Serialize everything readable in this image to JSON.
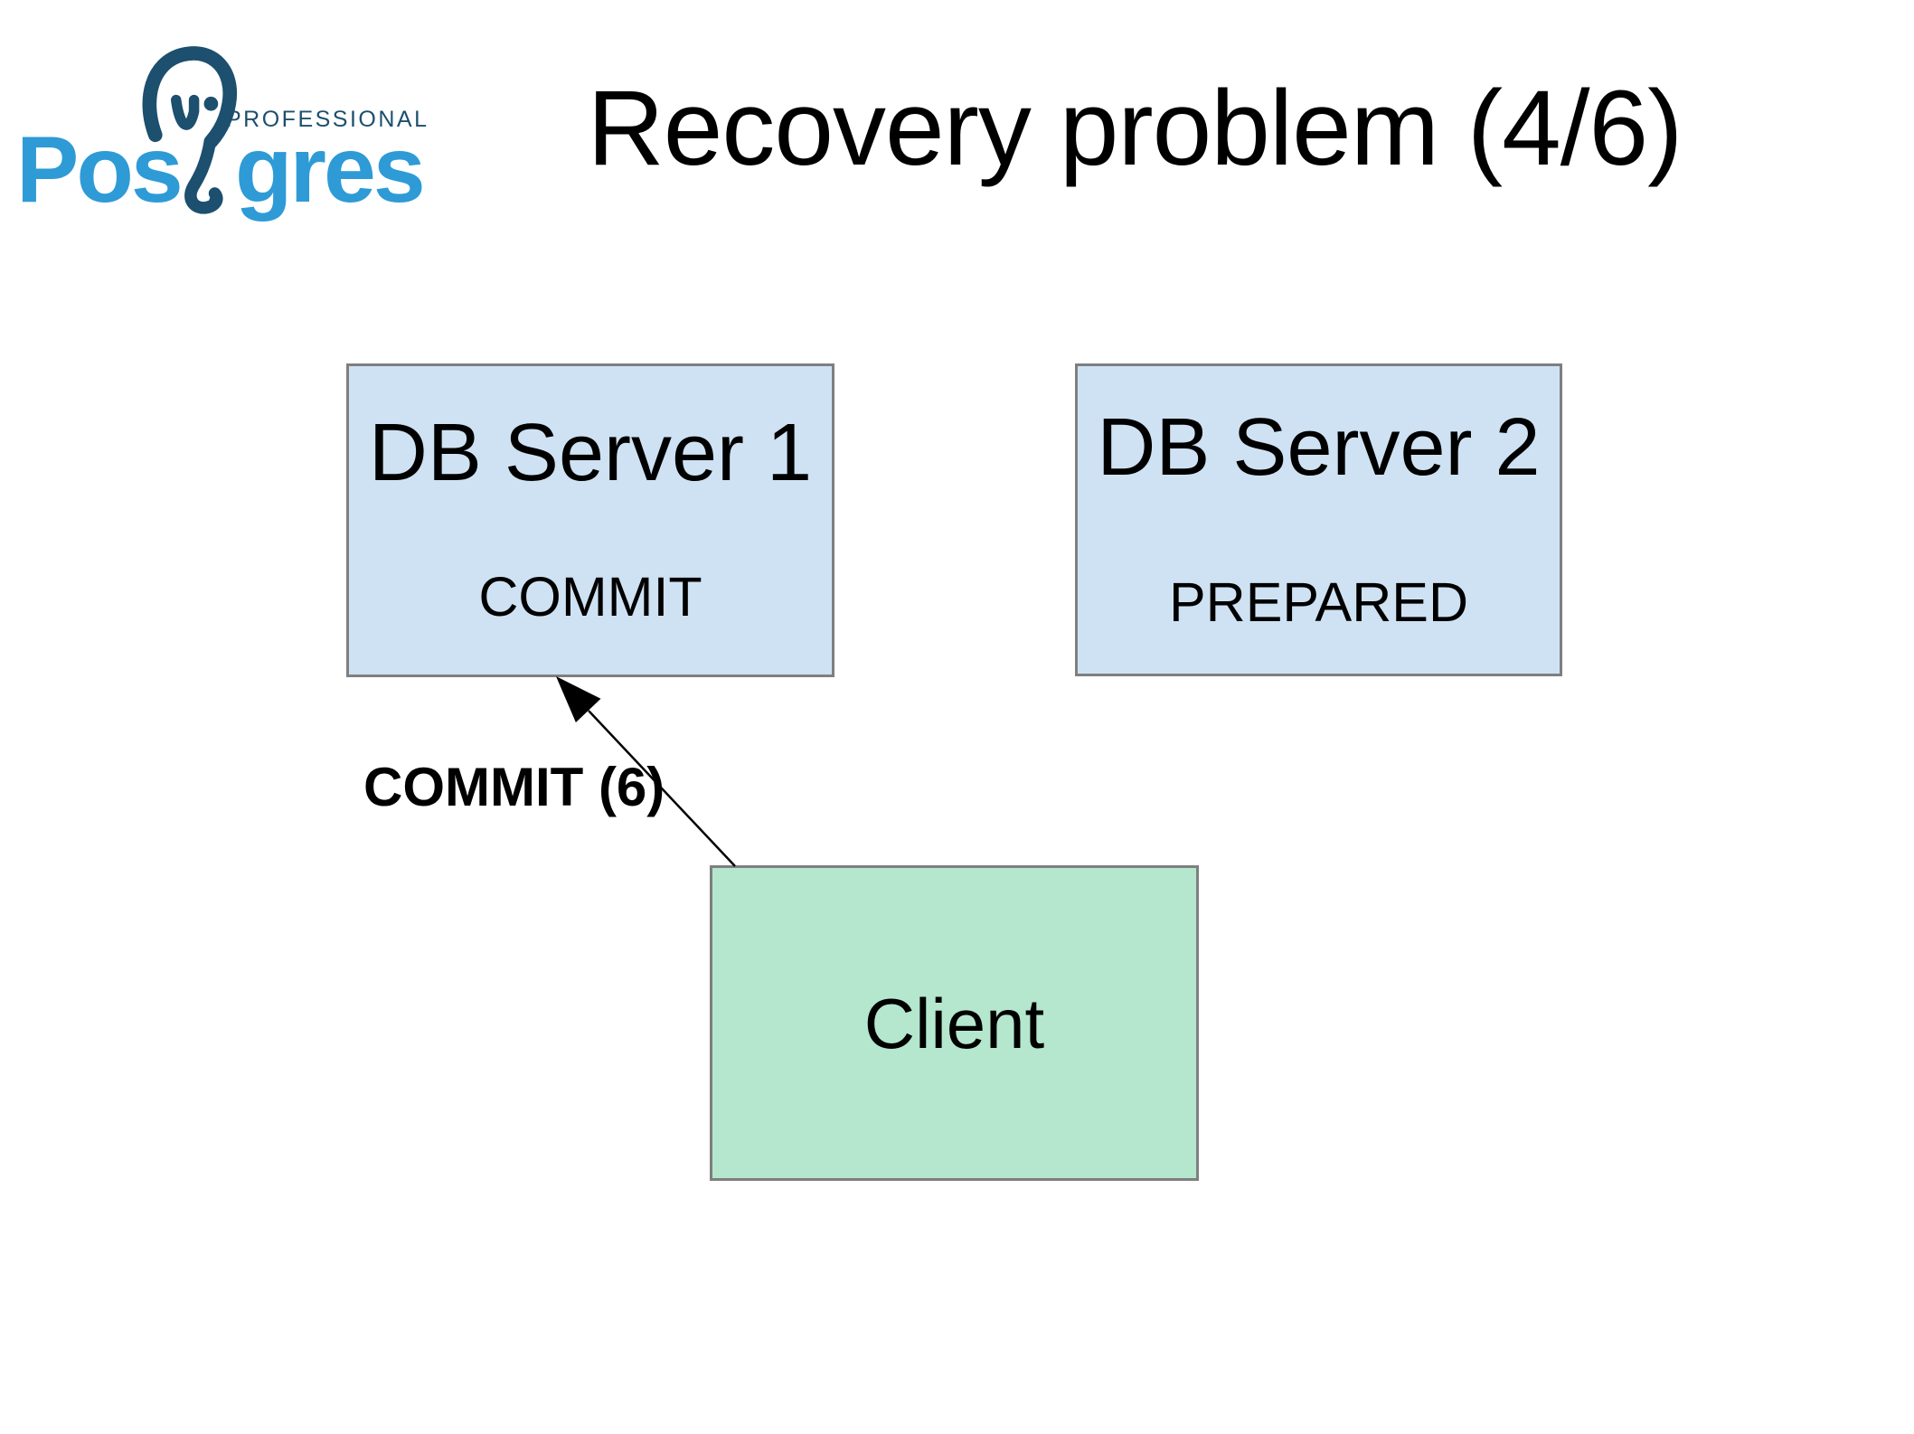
{
  "header": {
    "title": "Recovery problem (4/6)",
    "logo": {
      "text_pos": "Pos",
      "text_gres": "gres",
      "professional": "PROFESSIONAL",
      "color_light": "#2e9bd6",
      "color_dark": "#1d4f6e"
    }
  },
  "diagram": {
    "nodes": [
      {
        "id": "db-server-1",
        "label": "DB Server 1",
        "status": "COMMIT",
        "fill": "#cfe2f3",
        "stroke": "#7f7f7f"
      },
      {
        "id": "db-server-2",
        "label": "DB Server 2",
        "status": "PREPARED",
        "fill": "#cfe2f3",
        "stroke": "#7f7f7f"
      },
      {
        "id": "client",
        "label": "Client",
        "fill": "#b4e7ce",
        "stroke": "#7f7f7f"
      }
    ],
    "edges": [
      {
        "label": "COMMIT (6)",
        "from": "Client",
        "to": "DB Server 1",
        "color": "#000000"
      }
    ]
  }
}
